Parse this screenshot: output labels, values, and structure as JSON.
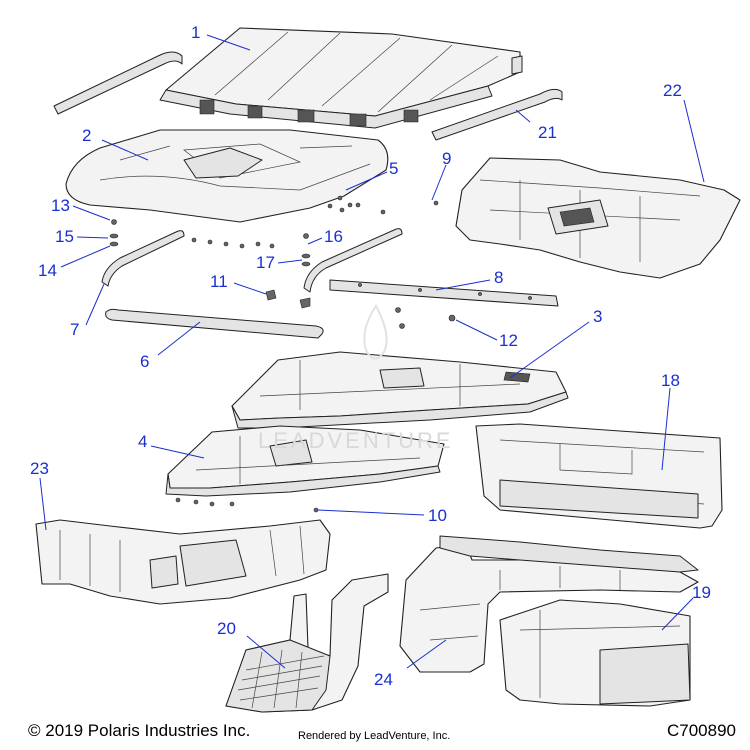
{
  "diagram": {
    "callouts": [
      "1",
      "2",
      "3",
      "4",
      "5",
      "6",
      "7",
      "8",
      "9",
      "10",
      "11",
      "12",
      "13",
      "14",
      "15",
      "16",
      "17",
      "18",
      "19",
      "20",
      "21",
      "22",
      "23",
      "24"
    ],
    "watermark": "LEADVENTURE"
  },
  "footer": {
    "copyright": "© 2019 Polaris Industries Inc.",
    "rendered_by": "Rendered by LeadVenture, Inc.",
    "code": "C700890"
  }
}
